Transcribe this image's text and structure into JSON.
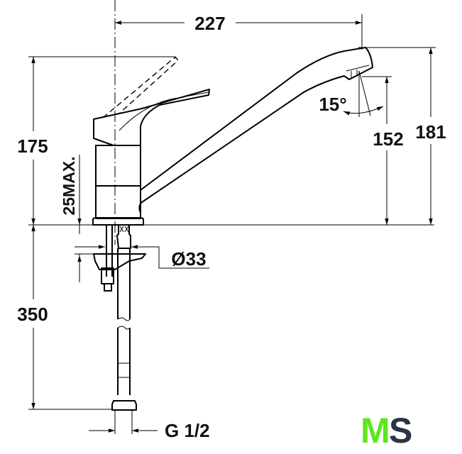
{
  "dimensions": {
    "spout_reach": "227",
    "body_height": "175",
    "max_thickness": "25MAX.",
    "spout_angle": "15°",
    "outlet_height": "152",
    "total_height": "181",
    "hole_diameter": "Ø33",
    "hose_length": "350",
    "connection_thread": "G 1/2"
  },
  "logo": {
    "letter1": "M",
    "letter2": "S",
    "color1": "#5be61e",
    "color2": "#2b3445"
  }
}
